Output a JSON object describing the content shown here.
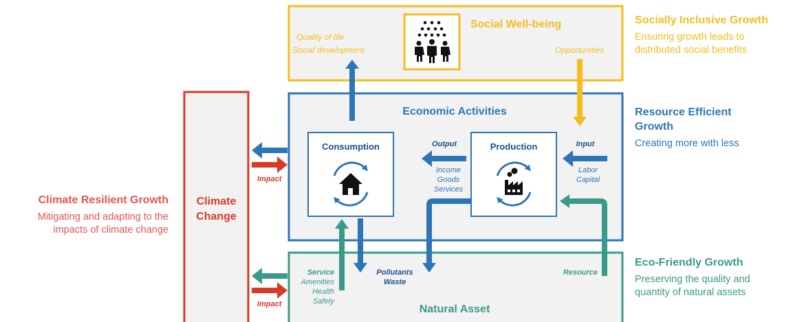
{
  "social": {
    "title": "Social Well-being",
    "left_line1": "Quality of life",
    "left_line2": "Social development",
    "right": "Opportunities"
  },
  "economic": {
    "title": "Economic Activities",
    "consumption": "Consumption",
    "production": "Production",
    "output": "Output",
    "income": "Income",
    "goods": "Goods",
    "services": "Services",
    "input": "Input",
    "labor": "Labor",
    "capital": "Capital"
  },
  "climate": {
    "line1": "Climate",
    "line2": "Change",
    "impact_top": "Impact",
    "impact_bottom": "Impact"
  },
  "natural": {
    "title": "Natural Asset",
    "service": "Service",
    "amenities": "Amenities",
    "health": "Health",
    "safety": "Safety",
    "pollutants": "Pollutants",
    "waste": "Waste",
    "resource": "Resource"
  },
  "growth": {
    "social": {
      "heading": "Socially Inclusive Growth",
      "line1": "Ensuring growth leads to",
      "line2": "distributed social benefits"
    },
    "resource": {
      "heading_line1": "Resource Efficient",
      "heading_line2": "Growth",
      "line1": "Creating more with less"
    },
    "eco": {
      "heading": "Eco-Friendly Growth",
      "line1": "Preserving the quality and",
      "line2": "quantity of natural assets"
    },
    "climate": {
      "heading": "Climate Resilient Growth",
      "line1": "Mitigating and adapting to the",
      "line2": "impacts of climate change"
    }
  },
  "colors": {
    "yellow": "#f5bd1f",
    "blue": "#2e75b6",
    "red": "#d93a26",
    "green": "#3a9a89"
  }
}
